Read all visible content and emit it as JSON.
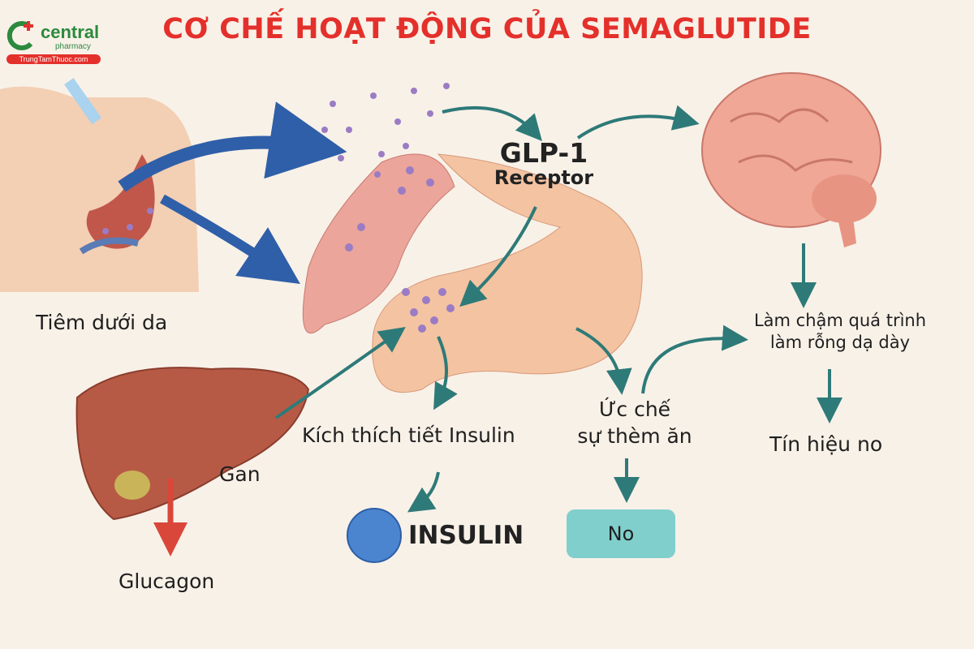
{
  "logo": {
    "brand": "central",
    "sub": "pharmacy",
    "site": "TrungTamThuoc.com"
  },
  "title": "CƠ CHẾ HOẠT ĐỘNG CỦA SEMAGLUTIDE",
  "labels": {
    "injection": "Tiêm dưới da",
    "receptor_title": "GLP-1",
    "receptor_sub": "Receptor",
    "liver": "Gan",
    "glucagon": "Glucagon",
    "stimulate_insulin": "Kích thích tiết Insulin",
    "insulin": "INSULIN",
    "suppress_line1": "Ức chế",
    "suppress_line2": "sự thèm ăn",
    "no_button": "No",
    "slow_line1": "Làm chậm quá trình",
    "slow_line2": "làm rỗng dạ dày",
    "satiety": "Tín hiệu no"
  },
  "colors": {
    "title": "#e4302b",
    "arrow_teal": "#2e7a78",
    "arrow_blue": "#2f5fa8",
    "dot": "#9b7cc4",
    "no_button": "#80cfcc"
  }
}
